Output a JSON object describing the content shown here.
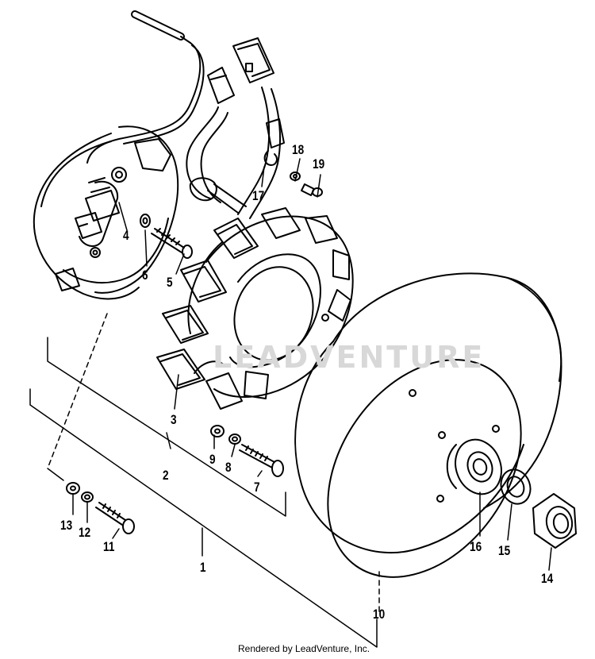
{
  "diagram": {
    "watermark": "LEADVENTURE",
    "credit": "Rendered by LeadVenture, Inc.",
    "callouts": {
      "c1": "1",
      "c2": "2",
      "c3": "3",
      "c4": "4",
      "c5": "5",
      "c6": "6",
      "c7": "7",
      "c8": "8",
      "c9": "9",
      "c10": "10",
      "c11": "11",
      "c12": "12",
      "c13": "13",
      "c14": "14",
      "c15": "15",
      "c16": "16",
      "c17": "17",
      "c18": "18",
      "c19": "19"
    }
  },
  "colors": {
    "ink": "#000000",
    "watermark": "#d8d8d8"
  }
}
